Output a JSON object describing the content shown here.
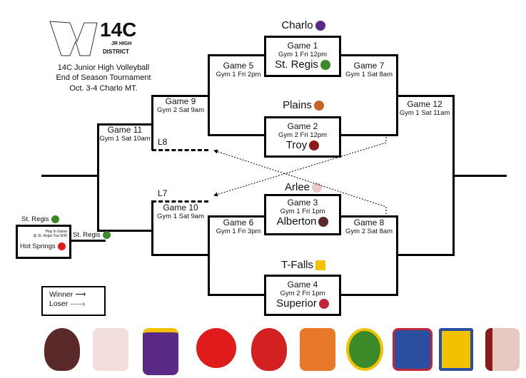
{
  "header": {
    "logo_text": "14C",
    "logo_sub1": "JR HIGH",
    "logo_sub2": "DISTRICT",
    "title_lines": [
      "14C Junior High Volleyball",
      "End of Season Tournament",
      "Oct. 3-4 Charlo MT."
    ]
  },
  "games": {
    "g1": {
      "title": "Game 1",
      "info": "Gym 1 Fri 12pm",
      "top": "Charlo",
      "bottom": "St. Regis"
    },
    "g2": {
      "title": "Game 2",
      "info": "Gym 2 Fri 12pm",
      "top": "Plains",
      "bottom": "Troy"
    },
    "g3": {
      "title": "Game 3",
      "info": "Gym 1 Fri 1pm",
      "top": "Arlee",
      "bottom": "Alberton"
    },
    "g4": {
      "title": "Game 4",
      "info": "Gym 2 Fri 1pm",
      "top": "T-Falls",
      "bottom": "Superior"
    },
    "g5": {
      "title": "Game 5",
      "info": "Gym 1 Fri 2pm"
    },
    "g6": {
      "title": "Game 6",
      "info": "Gym 1 Fri 3pm"
    },
    "g7": {
      "title": "Game 7",
      "info": "Gym 1 Sat 8am"
    },
    "g8": {
      "title": "Game 8",
      "info": "Gym 2 Sat 8am"
    },
    "g9": {
      "title": "Game 9",
      "info": "Gym 2 Sat 9am",
      "loser_slot": "L8"
    },
    "g10": {
      "title": "Game 10",
      "info": "Gym 1 Sat 9am",
      "loser_slot": "L7"
    },
    "g11": {
      "title": "Game 11",
      "info": "Gym 1 Sat 10am"
    },
    "g12": {
      "title": "Game 12",
      "info": "Gym 1 Sat 11am"
    }
  },
  "playin": {
    "top": "St. Regis",
    "note1": "Play In Game",
    "note2": "@ St. Regis Tue 9/30",
    "bottom": "Hot Springs",
    "winner": "St. Regis"
  },
  "legend": {
    "winner": "Winner",
    "loser": "Loser"
  },
  "colors": {
    "line": "#000000",
    "stregis": "#3a8a2a",
    "hotsprings": "#e01b1b",
    "charlo": "#5b2a86",
    "troy": "#8b1a1a",
    "tfalls": "#f2c200",
    "superior": "#c0283a",
    "alberton": "#5a2a2a",
    "plains": "#c8642a"
  },
  "logos": [
    "alberton-logo",
    "arlee-logo",
    "charlo-logo",
    "hot-springs-logo",
    "plains-devil-logo",
    "plains-horse-logo",
    "st-regis-logo",
    "superior-logo",
    "t-falls-logo",
    "troy-logo"
  ]
}
